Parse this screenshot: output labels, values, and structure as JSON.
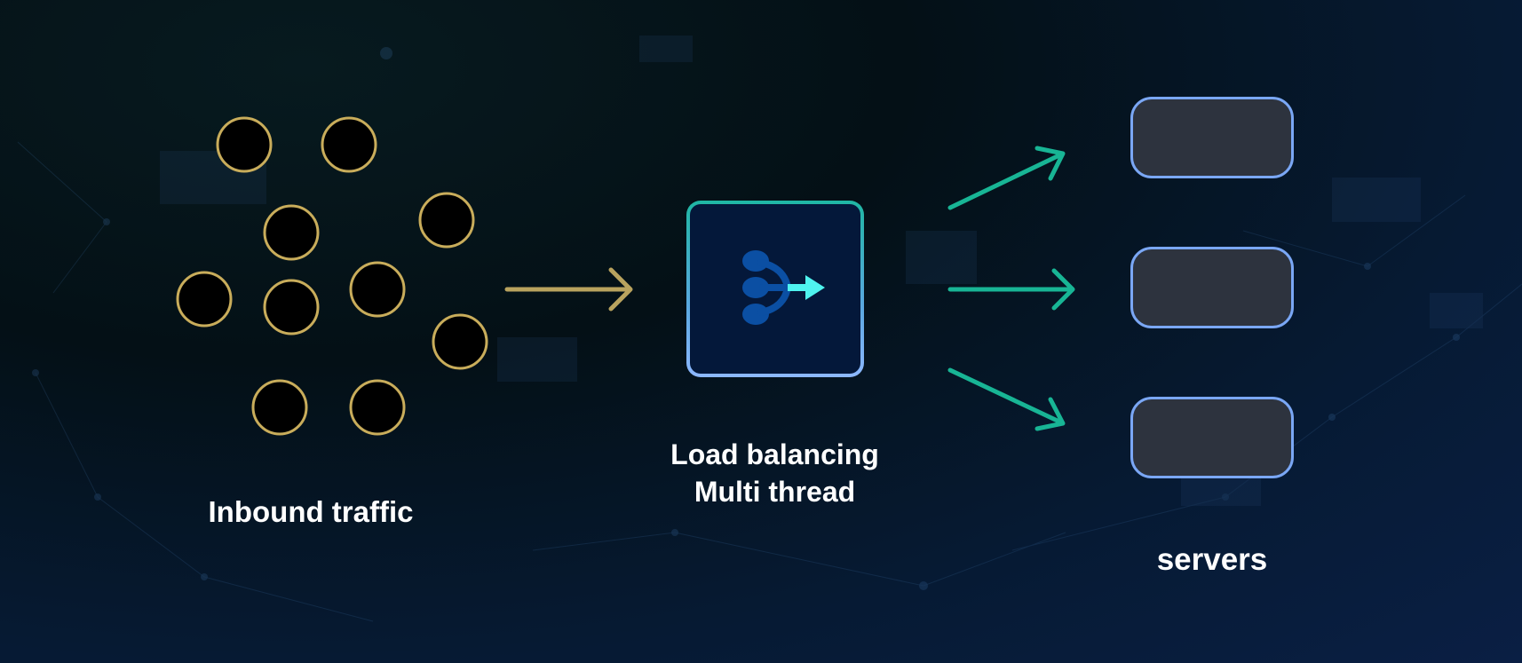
{
  "inbound": {
    "label": "Inbound traffic",
    "request_count": 10,
    "circle_stroke": "#c9ad5b",
    "circle_fill": "#000000"
  },
  "load_balancer": {
    "label_line1": "Load balancing",
    "label_line2": "Multi thread",
    "icon": "merge-arrow-icon",
    "border_color": "#1fb7a4",
    "icon_color": "#0b4fa3",
    "arrow_color": "#4ff3ef"
  },
  "servers": {
    "label": "servers",
    "count": 3,
    "box_fill": "#2d333e",
    "box_border": "#7aa7f5"
  },
  "arrows": {
    "inbound_color": "#b9a35e",
    "outbound_color": "#18b595"
  }
}
